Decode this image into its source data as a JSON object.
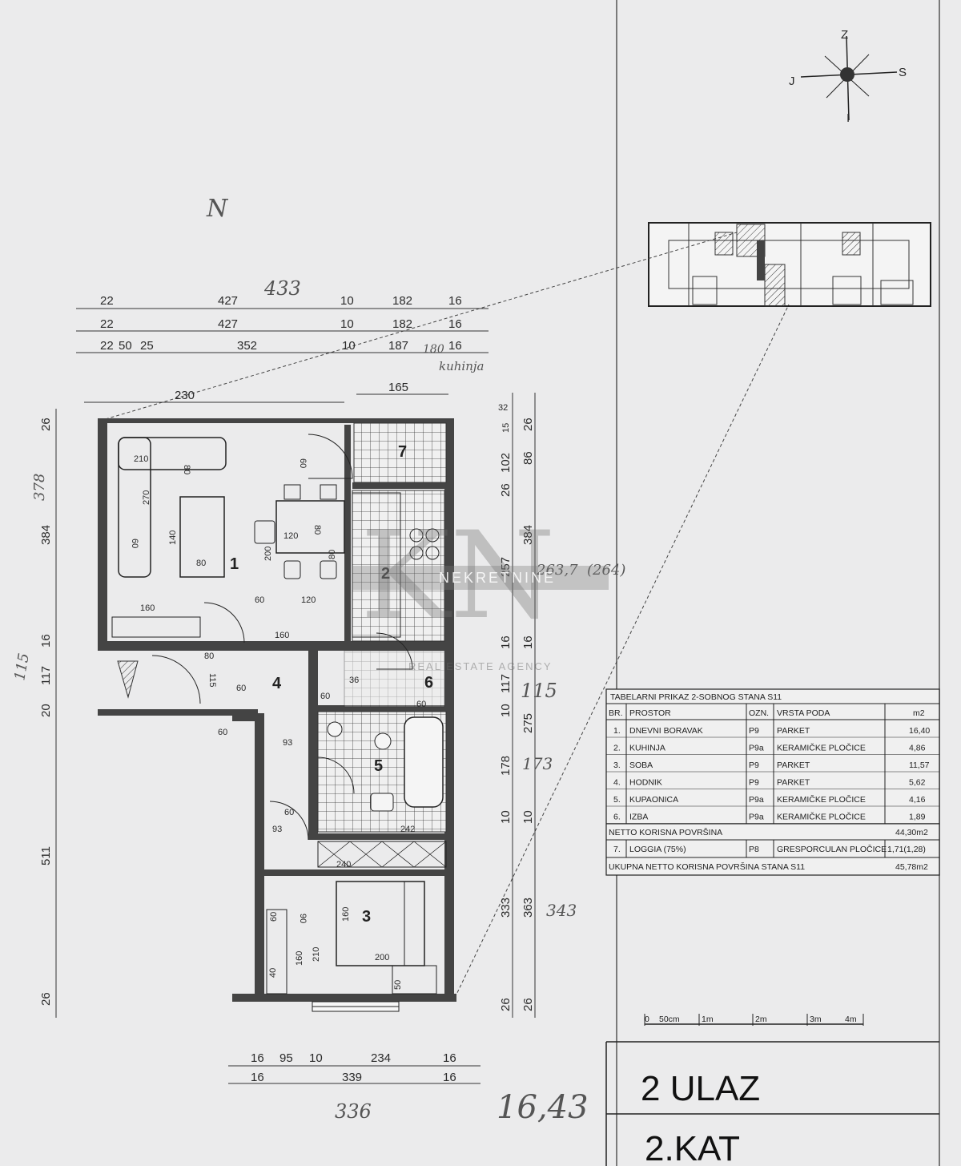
{
  "compass": {
    "north": "Z",
    "south": "S",
    "west": "J",
    "east": "I"
  },
  "handwritten": {
    "north_mark": "N",
    "width_top": "433",
    "height_left": "378",
    "kitchen_note": "kuhinja",
    "kitchen_height": "263,7",
    "kitchen_height_alt": "(264)",
    "hall_height": "115",
    "left_side": "115",
    "bath_height": "173",
    "room3_height": "343",
    "bottom_width": "336",
    "loggia_depth": "180",
    "bottom_note": "16,43"
  },
  "dims_top": {
    "row1": [
      "22",
      "427",
      "10",
      "182",
      "16"
    ],
    "row2": [
      "22",
      "427",
      "10",
      "182",
      "16"
    ],
    "row3": [
      "22",
      "50",
      "25",
      "352",
      "10",
      "187",
      "16"
    ],
    "inner_left": "230",
    "inner_right": "165"
  },
  "dims_left": [
    "26",
    "384",
    "16",
    "117",
    "20",
    "511",
    "26"
  ],
  "dims_right_inner": [
    "32",
    "15",
    "102",
    "26",
    "257",
    "16",
    "117",
    "10",
    "178",
    "10",
    "333",
    "26"
  ],
  "dims_right_outer": [
    "26",
    "86",
    "384",
    "16",
    "275",
    "10",
    "363",
    "26"
  ],
  "dims_bottom": {
    "row1": [
      "16",
      "95",
      "10",
      "234",
      "16"
    ],
    "row2": [
      "16",
      "339",
      "16"
    ]
  },
  "furniture_dims": [
    "210",
    "80",
    "270",
    "60",
    "140",
    "80",
    "160",
    "60",
    "200",
    "120",
    "80",
    "60",
    "120",
    "160",
    "80",
    "80",
    "115",
    "60",
    "60",
    "60",
    "36",
    "60",
    "93",
    "93",
    "60",
    "242",
    "240",
    "90",
    "160",
    "210",
    "160",
    "200",
    "60",
    "50",
    "40"
  ],
  "rooms": [
    "1",
    "2",
    "3",
    "4",
    "5",
    "6",
    "7"
  ],
  "watermark": {
    "brand": "NEKRETNINE",
    "sub": "REAL ESTATE AGENCY"
  },
  "table": {
    "title": "TABELARNI PRIKAZ 2-SOBNOG STANA S11",
    "headers": [
      "BR.",
      "PROSTOR",
      "OZN.",
      "VRSTA PODA",
      "m2"
    ],
    "rows": [
      [
        "1.",
        "DNEVNI BORAVAK",
        "P9",
        "PARKET",
        "16,40"
      ],
      [
        "2.",
        "KUHINJA",
        "P9a",
        "KERAMIČKE PLOČICE",
        "4,86"
      ],
      [
        "3.",
        "SOBA",
        "P9",
        "PARKET",
        "11,57"
      ],
      [
        "4.",
        "HODNIK",
        "P9",
        "PARKET",
        "5,62"
      ],
      [
        "5.",
        "KUPAONICA",
        "P9a",
        "KERAMIČKE PLOČICE",
        "4,16"
      ],
      [
        "6.",
        "IZBA",
        "P9a",
        "KERAMIČKE PLOČICE",
        "1,89"
      ]
    ],
    "netto_label": "NETTO KORISNA POVRŠINA",
    "netto_value": "44,30m2",
    "loggia": [
      "7.",
      "LOGGIA (75%)",
      "P8",
      "GRESPORCULAN PLOČICE",
      "1,71(1,28)"
    ],
    "total_label": "UKUPNA NETTO KORISNA POVRŠINA STANA S11",
    "total_value": "45,78m2"
  },
  "scale": [
    "0",
    "50cm",
    "1m",
    "2m",
    "3m",
    "4m"
  ],
  "title": {
    "entrance": "2 ULAZ",
    "floor": "2.KAT"
  }
}
